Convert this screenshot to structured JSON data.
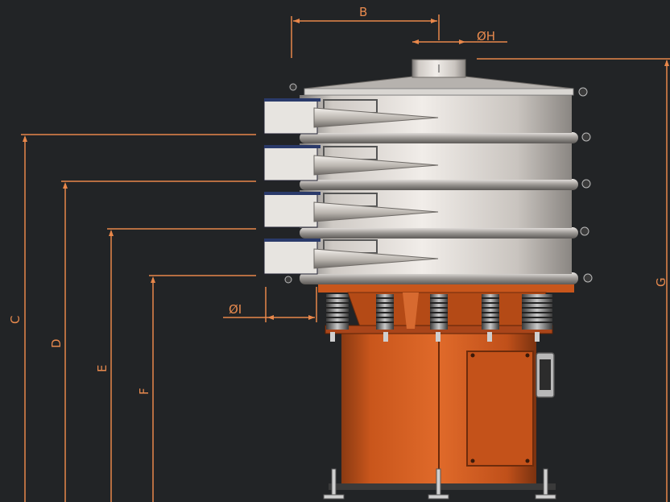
{
  "dimensions": {
    "B": "B",
    "H": "ØH",
    "I": "ØI",
    "C": "C",
    "D": "D",
    "E": "E",
    "F": "F",
    "G": "G"
  },
  "colors": {
    "background": "#222426",
    "dimension_line": "#e8874a",
    "body_orange": "#c8561c",
    "steel": "#d9d6d2"
  }
}
